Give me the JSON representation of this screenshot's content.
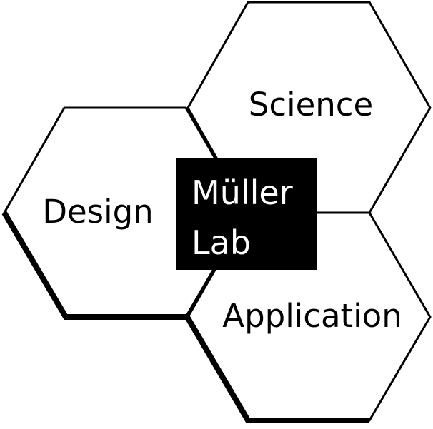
{
  "diagram": {
    "hexagons": [
      {
        "label": "Science"
      },
      {
        "label": "Design"
      },
      {
        "label": "Application"
      }
    ],
    "center": {
      "line1": "Müller",
      "line2": "Lab",
      "background": "#000000",
      "text_color": "#ffffff"
    },
    "colors": {
      "stroke": "#000000",
      "fill": "#ffffff"
    }
  }
}
